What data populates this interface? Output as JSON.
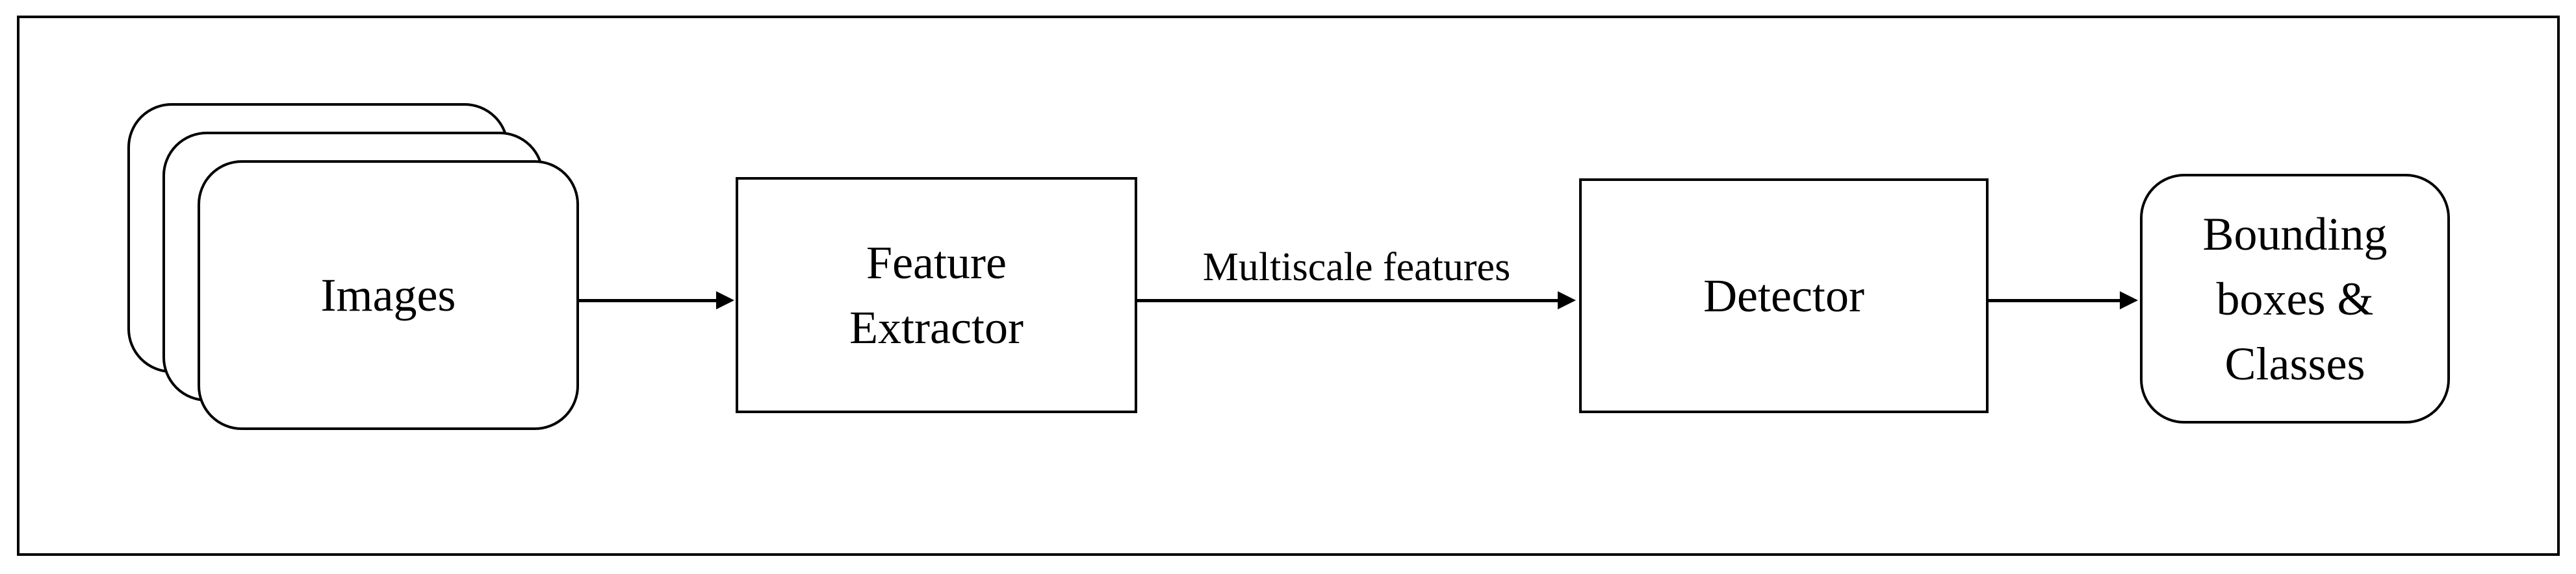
{
  "figure": {
    "type": "flow-diagram",
    "direction": "left-to-right"
  },
  "nodes": {
    "images": {
      "label": "Images",
      "shape": "stacked-rounded-rectangles",
      "stack_count": 3
    },
    "feature_extractor": {
      "lines": [
        "Feature",
        "Extractor"
      ],
      "shape": "rectangle"
    },
    "detector": {
      "label": "Detector",
      "shape": "rectangle"
    },
    "output": {
      "lines": [
        "Bounding",
        "boxes &",
        "Classes"
      ],
      "shape": "rounded-rectangle"
    }
  },
  "edges": {
    "images_to_feature_extractor": {
      "from": "images",
      "to": "feature_extractor"
    },
    "feature_extractor_to_detector": {
      "from": "feature_extractor",
      "to": "detector",
      "label": "Multiscale features"
    },
    "detector_to_output": {
      "from": "detector",
      "to": "output"
    }
  },
  "colors": {
    "background": "#ffffff",
    "stroke": "#000000",
    "text": "#000000"
  }
}
